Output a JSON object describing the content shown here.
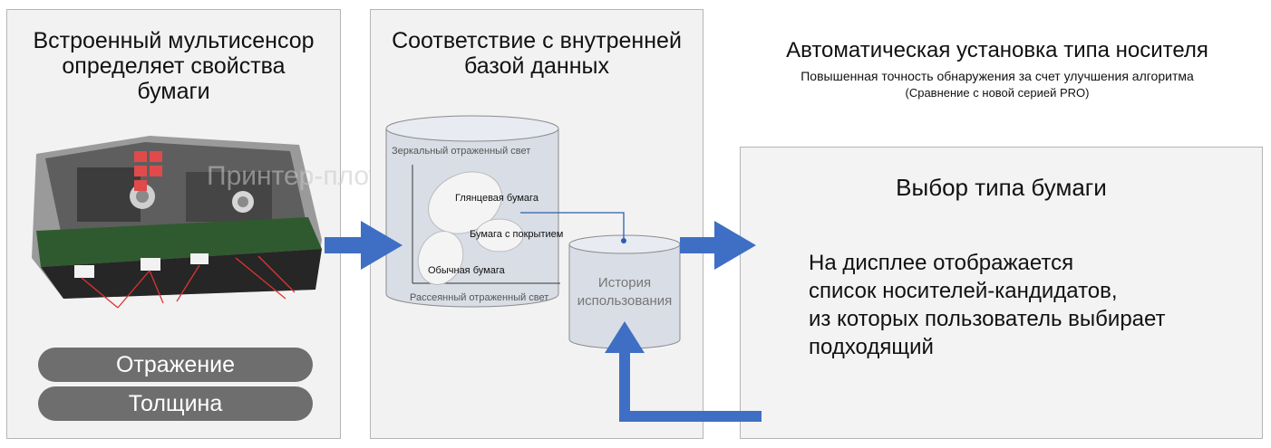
{
  "panel1": {
    "title_lines": [
      "Встроенный мультисенсор",
      "определяет свойства",
      "бумаги"
    ],
    "pills": [
      "Отражение",
      "Толщина"
    ]
  },
  "panel2": {
    "title_lines": [
      "Соответствие с внутренней",
      "базой данных"
    ],
    "db": {
      "y_axis_label": "Зеркальный отраженный свет",
      "x_axis_label": "Рассеянный отраженный свет",
      "glossy": "Глянцевая бумага",
      "coated": "Бумага с покрытием",
      "plain": "Обычная бумага"
    },
    "history_lines": [
      "История",
      "использования"
    ]
  },
  "header": {
    "title": "Автоматическая установка типа носителя",
    "subtitle1": "Повышенная точность обнаружения за счет улучшения алгоритма",
    "subtitle2": "(Сравнение с новой серией PRO)"
  },
  "panel3": {
    "title": "Выбор типа бумаги",
    "desc_lines": [
      "На дисплее отображается",
      "список носителей-кандидатов,",
      "из которых пользователь выбирает",
      "подходящий"
    ]
  },
  "watermark": "Принтер-плоттер.ру",
  "colors": {
    "arrow_blue": "#3f6fc4",
    "pill_gray": "#6e6e6e",
    "panel_bg": "#f2f2f2",
    "db_fill": "#d9dde6"
  }
}
